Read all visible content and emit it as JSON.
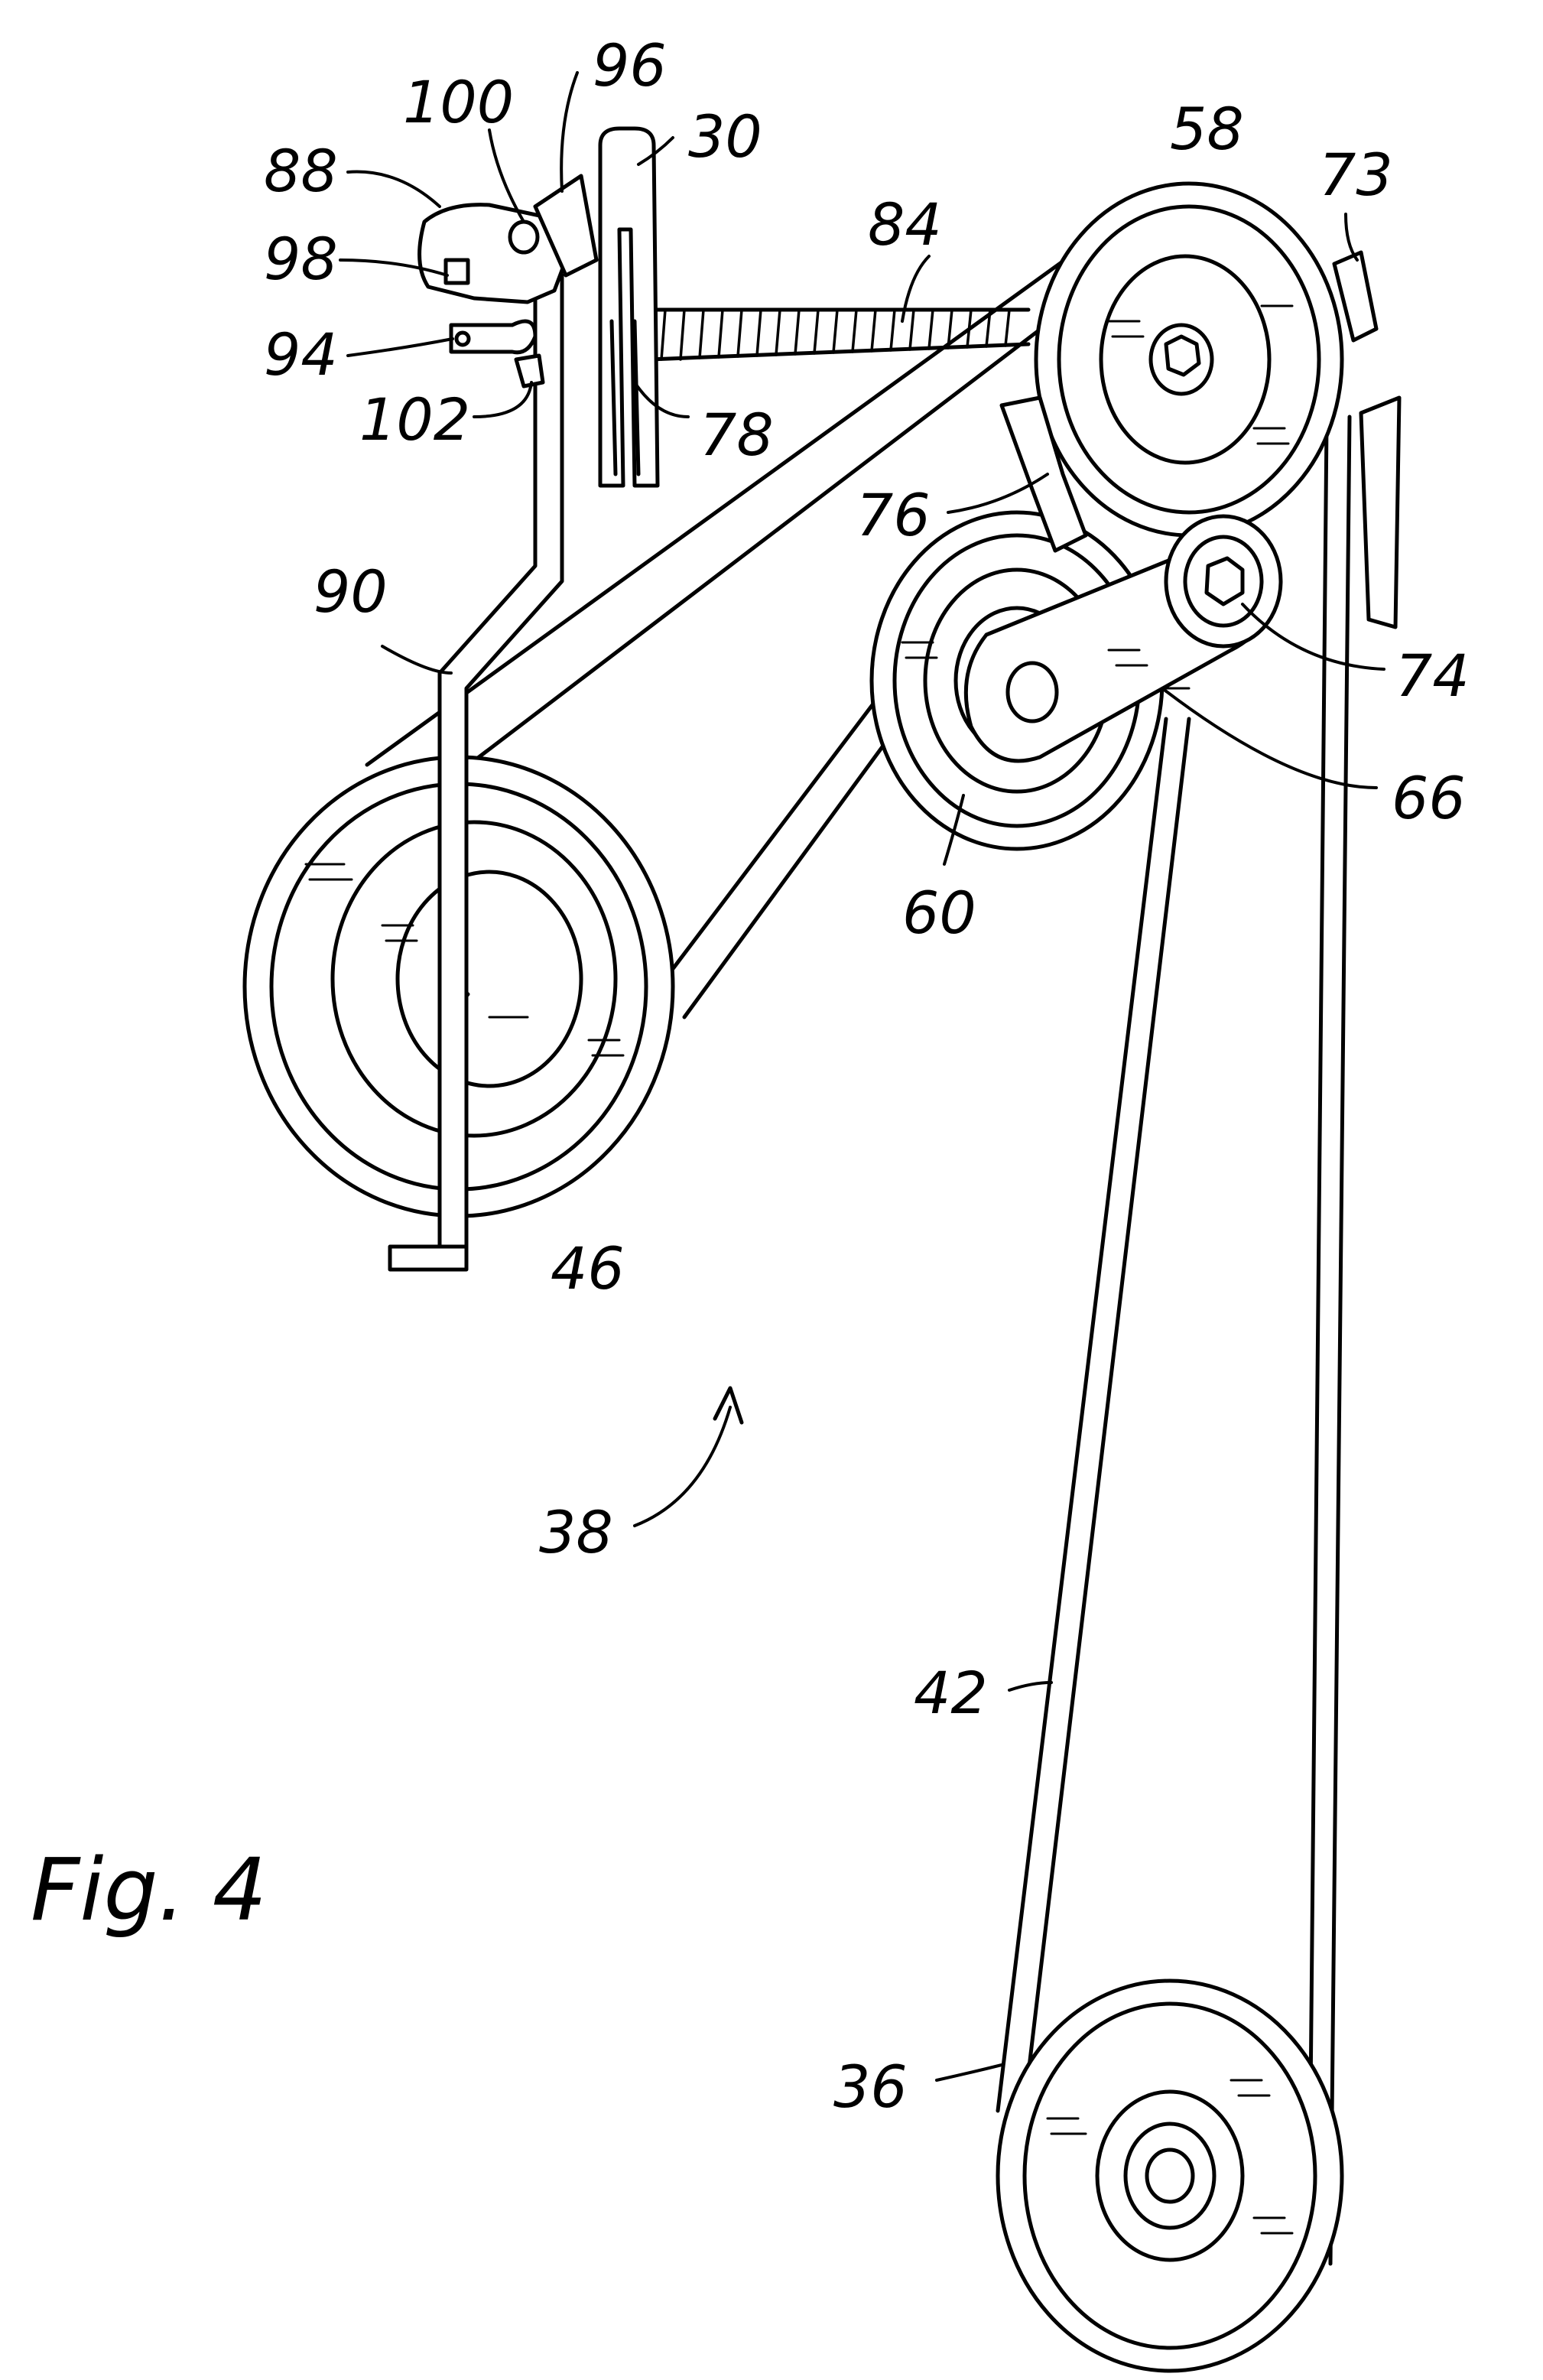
{
  "figure": {
    "title": "Fig. 4"
  },
  "reference_numerals": {
    "n100": "100",
    "n96": "96",
    "n30": "30",
    "n88": "88",
    "n98": "98",
    "n94": "94",
    "n102": "102",
    "n84": "84",
    "n78": "78",
    "n58": "58",
    "n73": "73",
    "n76": "76",
    "n90": "90",
    "n74": "74",
    "n66": "66",
    "n60": "60",
    "n46": "46",
    "n38": "38",
    "n42": "42",
    "n36": "36"
  }
}
